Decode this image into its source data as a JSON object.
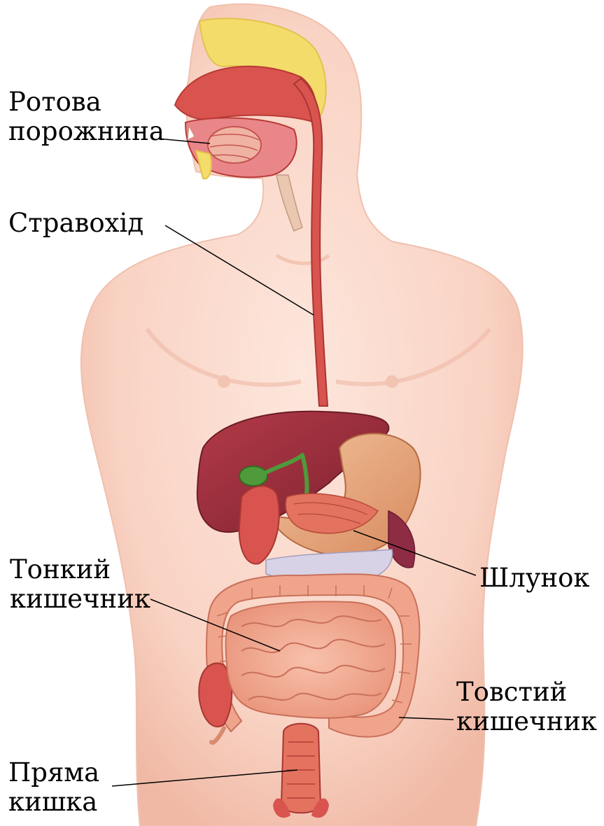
{
  "labels": {
    "mouth": {
      "line1": "Ротова",
      "line2": "порожнина"
    },
    "esophagus": {
      "line1": "Стравохід"
    },
    "stomach": {
      "line1": "Шлунок"
    },
    "small_intestine": {
      "line1": "Тонкий",
      "line2": "кишечник"
    },
    "large_intestine": {
      "line1": "Товстий",
      "line2": "кишечник"
    },
    "rectum": {
      "line1": "Пряма",
      "line2": "кишка"
    }
  },
  "colors": {
    "skin": "#f9d6c8",
    "skin_shade": "#efb9a6",
    "muscle": "#d9534f",
    "liver": "#9e2f3c",
    "stomach": "#e8a27a",
    "intestine": "#f3a58f",
    "gallbladder": "#4f9a3a",
    "bone": "#f4dc6a",
    "leader_line": "#000000"
  }
}
